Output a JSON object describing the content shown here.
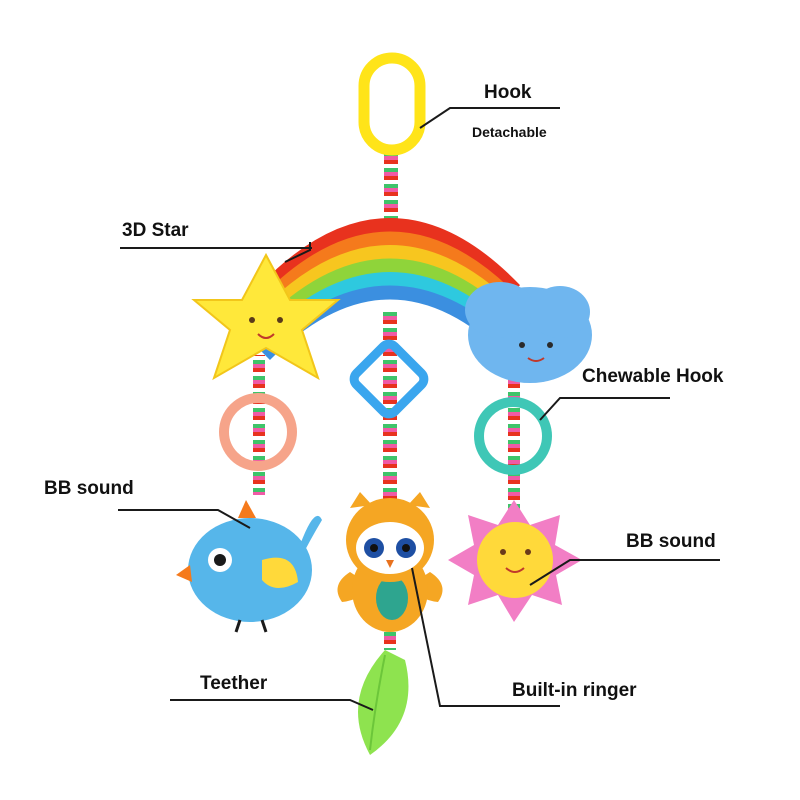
{
  "labels": {
    "hook": "Hook",
    "hook_sub": "Detachable",
    "star": "3D Star",
    "chewable": "Chewable Hook",
    "bb_left": "BB sound",
    "bb_right": "BB sound",
    "teether": "Teether",
    "ringer": "Built-in ringer"
  },
  "colors": {
    "rainbow": [
      "#e8321e",
      "#f57a1c",
      "#f7c61f",
      "#8fd43a",
      "#2ec9df",
      "#3b8fe0"
    ],
    "hook": "#ffe419",
    "star": "#ffe83a",
    "cloud": "#6fb6ef",
    "teether": "#8ee34f",
    "owl": "#f5a623",
    "bird": "#56b6ea",
    "sun_petals": "#f27ec5",
    "sun_face": "#ffd93a",
    "ring_left": "#f6a48a",
    "ring_right": "#3fc7b6",
    "clip": "#3aa6ee"
  }
}
